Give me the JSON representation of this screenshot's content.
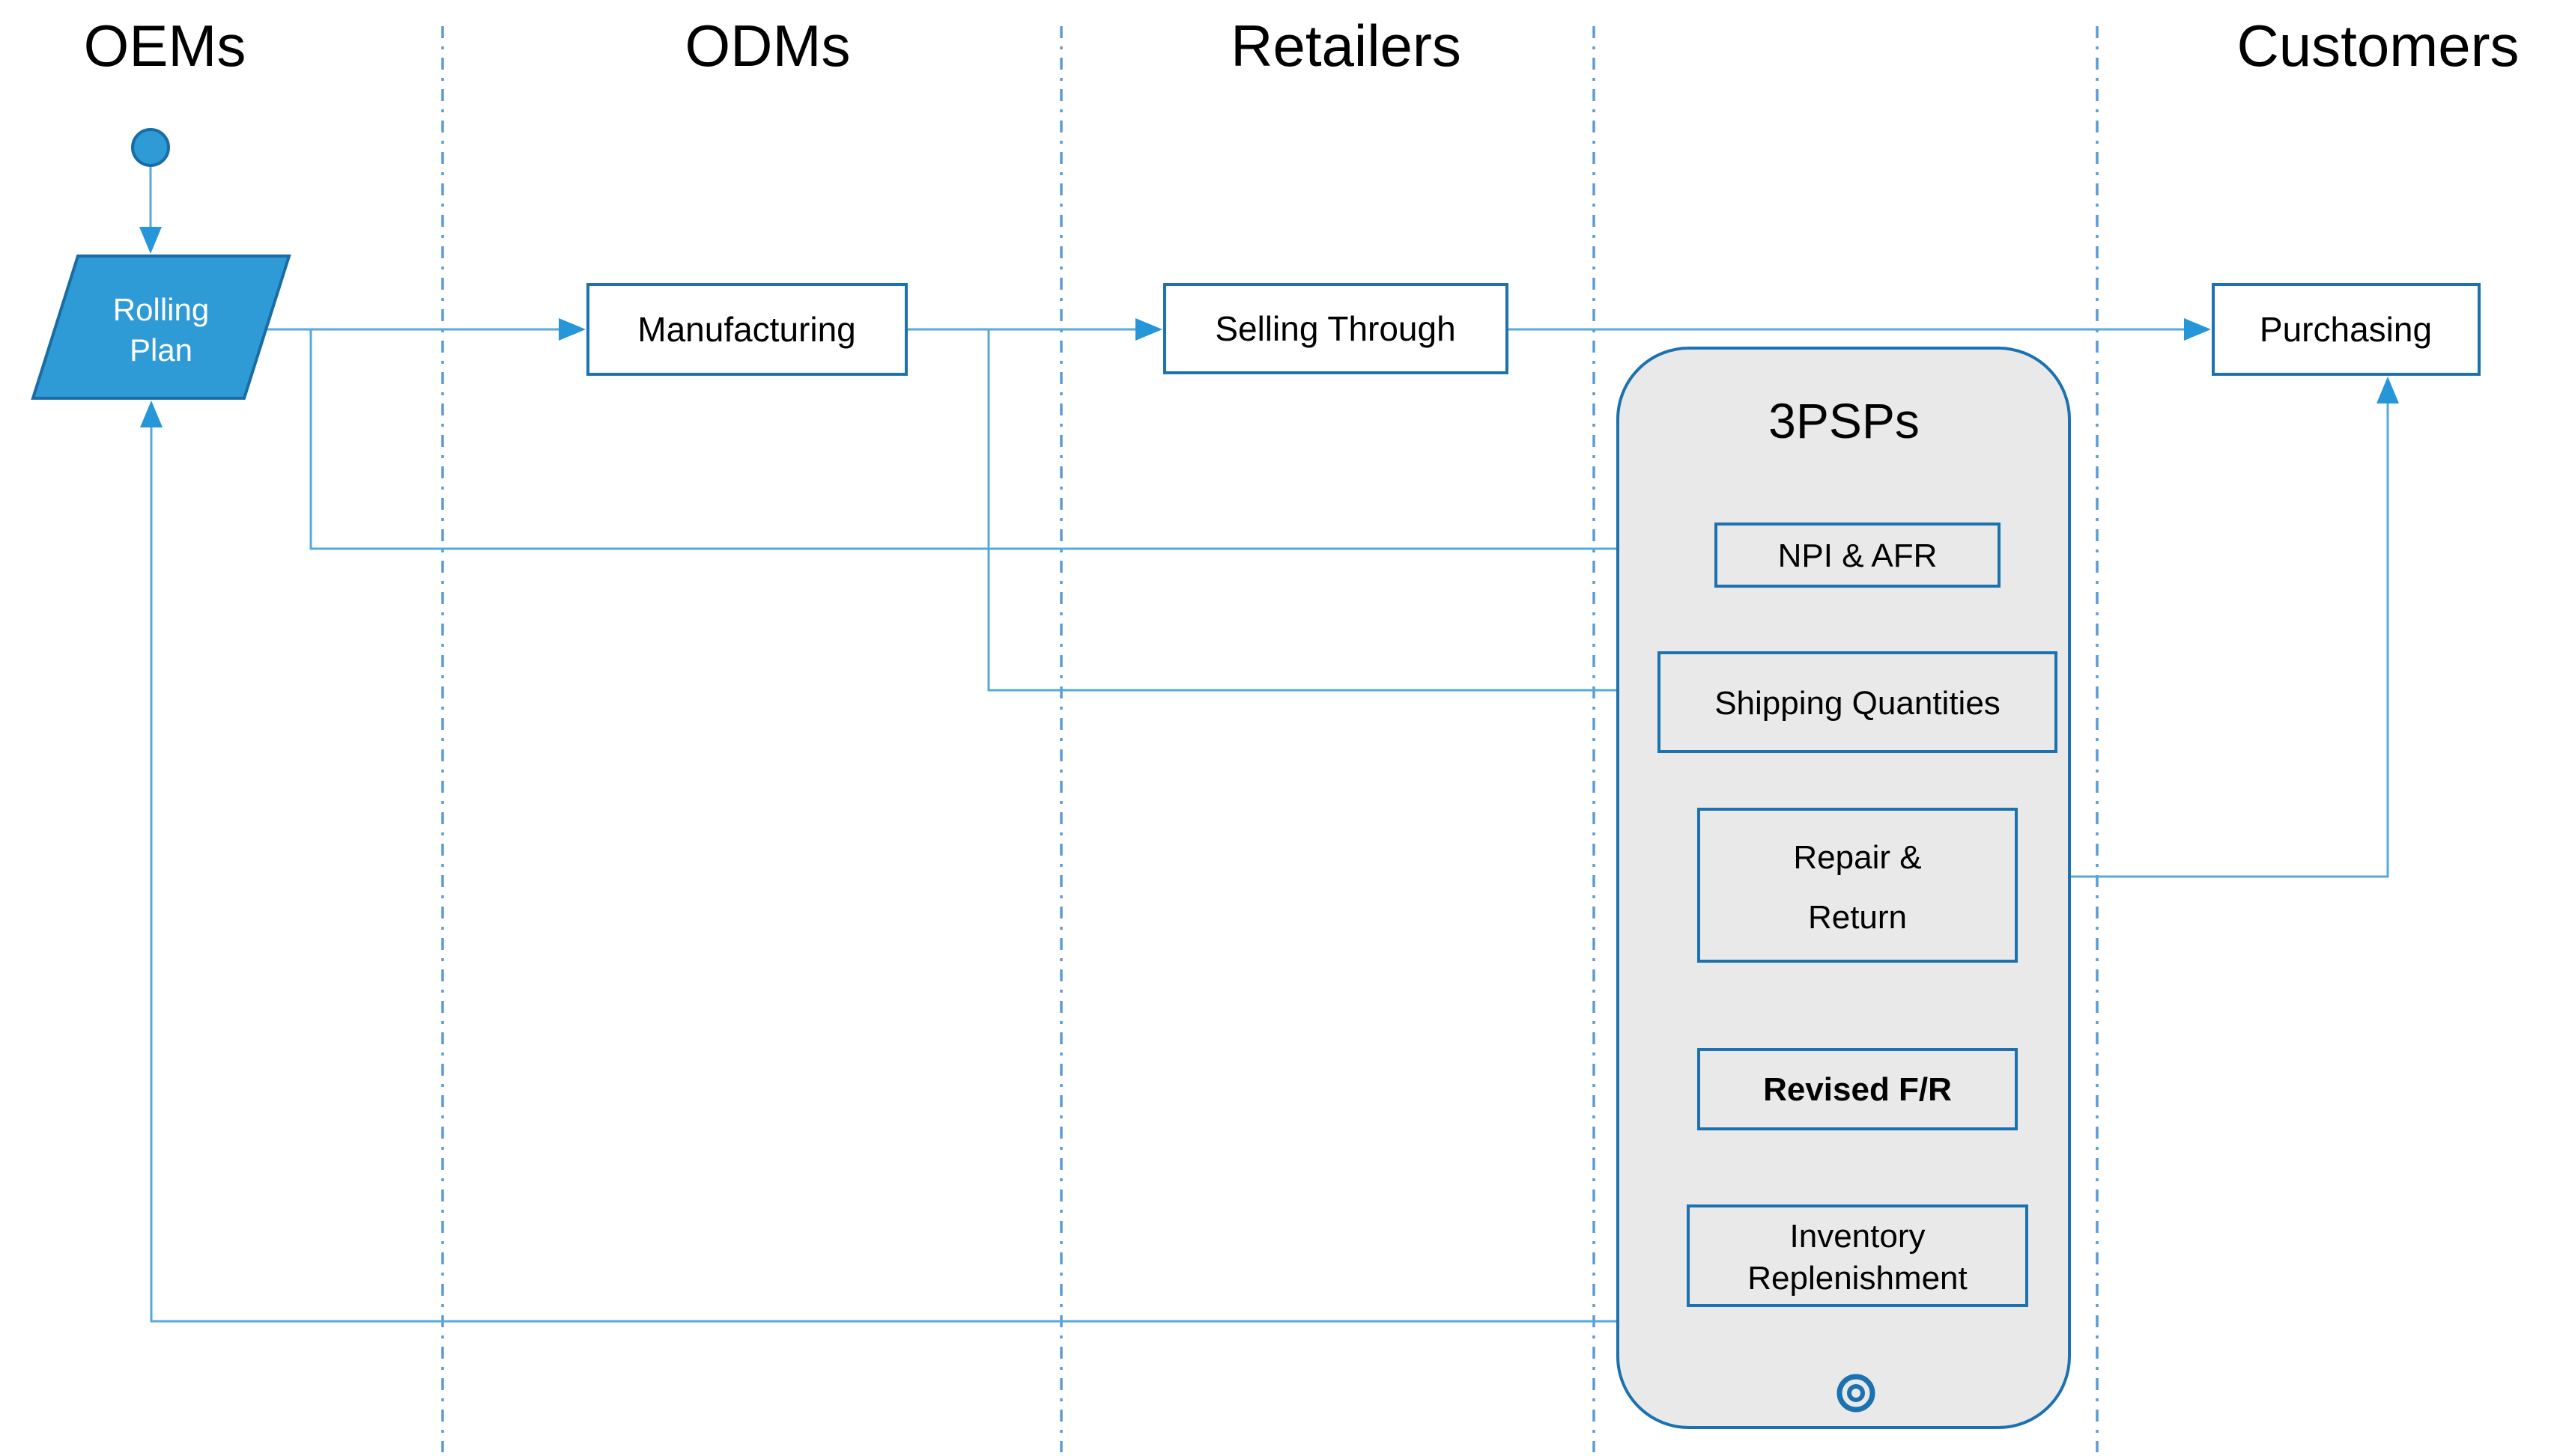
{
  "diagram": {
    "lanes": [
      {
        "label": "OEMs"
      },
      {
        "label": "ODMs"
      },
      {
        "label": "Retailers"
      },
      {
        "label": "Customers"
      }
    ],
    "container": {
      "label": "3PSPs"
    },
    "nodes": {
      "rolling_plan": {
        "line1": "Rolling",
        "line2": "Plan"
      },
      "manufacturing": {
        "label": "Manufacturing"
      },
      "selling_through": {
        "label": "Selling Through"
      },
      "purchasing": {
        "label": "Purchasing"
      },
      "npi_afr": {
        "label": "NPI & AFR"
      },
      "shipping_quantities": {
        "label": "Shipping Quantities"
      },
      "repair_return": {
        "line1": "Repair &",
        "line2": "Return"
      },
      "revised_fr": {
        "label": "Revised F/R"
      },
      "inventory_replenishment": {
        "line1": "Inventory",
        "line2": "Replenishment"
      }
    },
    "colors": {
      "accent_fill": "#2E9BD6",
      "accent_border": "#1A6CA4",
      "node_border": "#1C72B0",
      "node_fill": "#FFFFFF",
      "container_fill": "#E9E9E9",
      "connector": "#55AADC",
      "arrowhead": "#2596D8",
      "lane_line": "#5B9BD5",
      "text": "#000000",
      "node_text_light": "#FFFFFF"
    }
  }
}
